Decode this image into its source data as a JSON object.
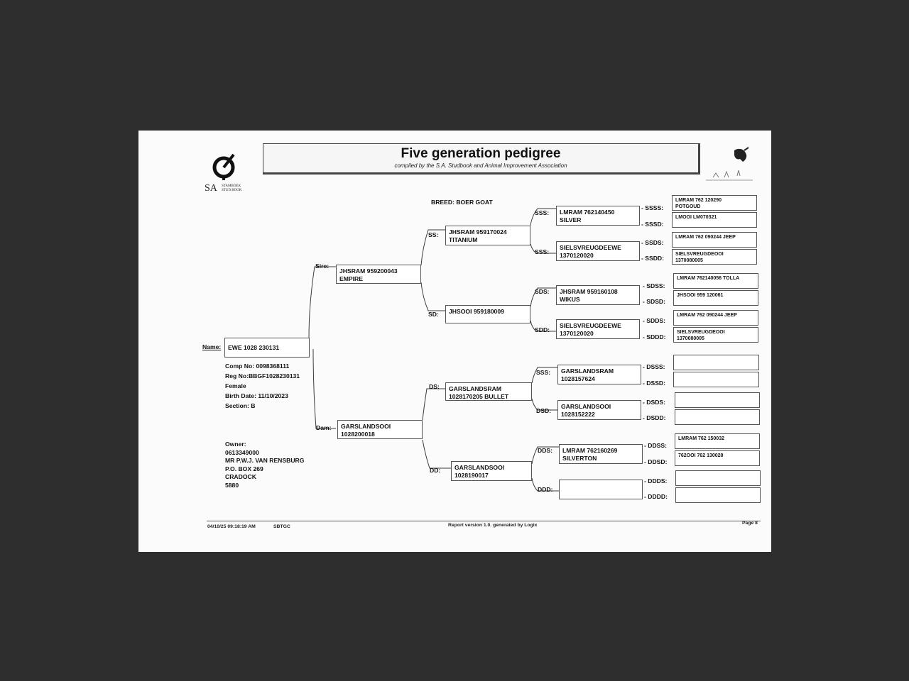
{
  "header": {
    "title": "Five generation pedigree",
    "subtitle": "compiled by the S.A. Studbook and Animal Improvement Association",
    "logo_text_large": "SA",
    "logo_text_small_1": "STAMBOEK",
    "logo_text_small_2": "STUD BOOK"
  },
  "breed": "BREED: BOER GOAT",
  "animal": {
    "name_label": "Name:",
    "name": "EWE 1028 230131",
    "comp_no": "Comp No: 0098368111",
    "reg_no": "Reg No:BBGF1028230131",
    "sex": "Female",
    "birth_date": "Birth Date: 11/10/2023",
    "section": "Section: B"
  },
  "owner": {
    "label": "Owner:",
    "phone": "0613349000",
    "name": "MR P.W.J. VAN RENSBURG",
    "address1": "P.O. BOX 269",
    "address2": "CRADOCK",
    "postcode": "5880"
  },
  "labels": {
    "sire": "Sire:",
    "dam": "Dam:",
    "ss": "SS:",
    "sd": "SD:",
    "ds": "DS:",
    "dd": "DD:",
    "sss": "SSS:",
    "ssd": "SSS:",
    "sds": "SDS:",
    "sdd": "SDD:",
    "dss": "SSS:",
    "dsd": "DSD:",
    "dds": "DDS:",
    "ddd": "DDD:",
    "ssss": "- SSSS:",
    "sssd": "- SSSD:",
    "ssds": "- SSDS:",
    "ssdd": "- SSDD:",
    "sdss": "- SDSS:",
    "sdsd": "- SDSD:",
    "sdds": "- SDDS:",
    "sddd": "- SDDD:",
    "dsss": "- DSSS:",
    "dssd": "- DSSD:",
    "dsds": "- DSDS:",
    "dsdd": "- DSDD:",
    "ddss": "- DDSS:",
    "ddsd": "- DDSD:",
    "ddds": "- DDDS:",
    "dddd": "- DDDD:"
  },
  "gen2": {
    "sire": [
      "JHSRAM 959200043",
      "EMPIRE"
    ],
    "dam": [
      "GARSLANDSOOI",
      "1028200018"
    ]
  },
  "gen3": {
    "ss": [
      "JHSRAM 959170024",
      "TITANIUM"
    ],
    "sd": [
      "JHSOOI 959180009",
      ""
    ],
    "ds": [
      "GARSLANDSRAM",
      "1028170205 BULLET"
    ],
    "dd": [
      "GARSLANDSOOI",
      "1028190017"
    ]
  },
  "gen4": {
    "sss": [
      "LMRAM 762140450",
      "SILVER"
    ],
    "ssd": [
      "SIELSVREUGDEEWE",
      "1370120020"
    ],
    "sds": [
      "JHSRAM 959160108",
      "WIKUS"
    ],
    "sdd": [
      "SIELSVREUGDEEWE",
      "1370120020"
    ],
    "dss": [
      "GARSLANDSRAM",
      "1028157624"
    ],
    "dsd": [
      "GARSLANDSOOI",
      "1028152222"
    ],
    "dds": [
      "LMRAM 762160269",
      "SILVERTON"
    ],
    "ddd": [
      "",
      ""
    ]
  },
  "gen5": {
    "ssss": [
      "LMRAM 762 120290",
      "POTGOUD"
    ],
    "sssd": [
      "LMOOI LM070321",
      ""
    ],
    "ssds": [
      "LMRAM 762 090244 JEEP",
      ""
    ],
    "ssdd": [
      "SIELSVREUGDEOOI",
      "1370080005"
    ],
    "sdss": [
      "LMRAM 762140056 TOLLA",
      ""
    ],
    "sdsd": [
      "JHSOOI 959 120061",
      ""
    ],
    "sdds": [
      "LMRAM 762 090244 JEEP",
      ""
    ],
    "sddd": [
      "SIELSVREUGDEOOI",
      "1370080005"
    ],
    "dsss": [
      "",
      ""
    ],
    "dssd": [
      "",
      ""
    ],
    "dsds": [
      "",
      ""
    ],
    "dsdd": [
      "",
      ""
    ],
    "ddss": [
      "LMRAM 762 150032",
      ""
    ],
    "ddsd": [
      "762OOI 762 130028",
      ""
    ],
    "ddds": [
      "",
      ""
    ],
    "dddd": [
      "",
      ""
    ]
  },
  "footer": {
    "datetime": "04/10/25 09:18:19 AM",
    "code": "SBTGC",
    "report": "Report version 1.0. generated by Logix",
    "page": "Page 8"
  }
}
